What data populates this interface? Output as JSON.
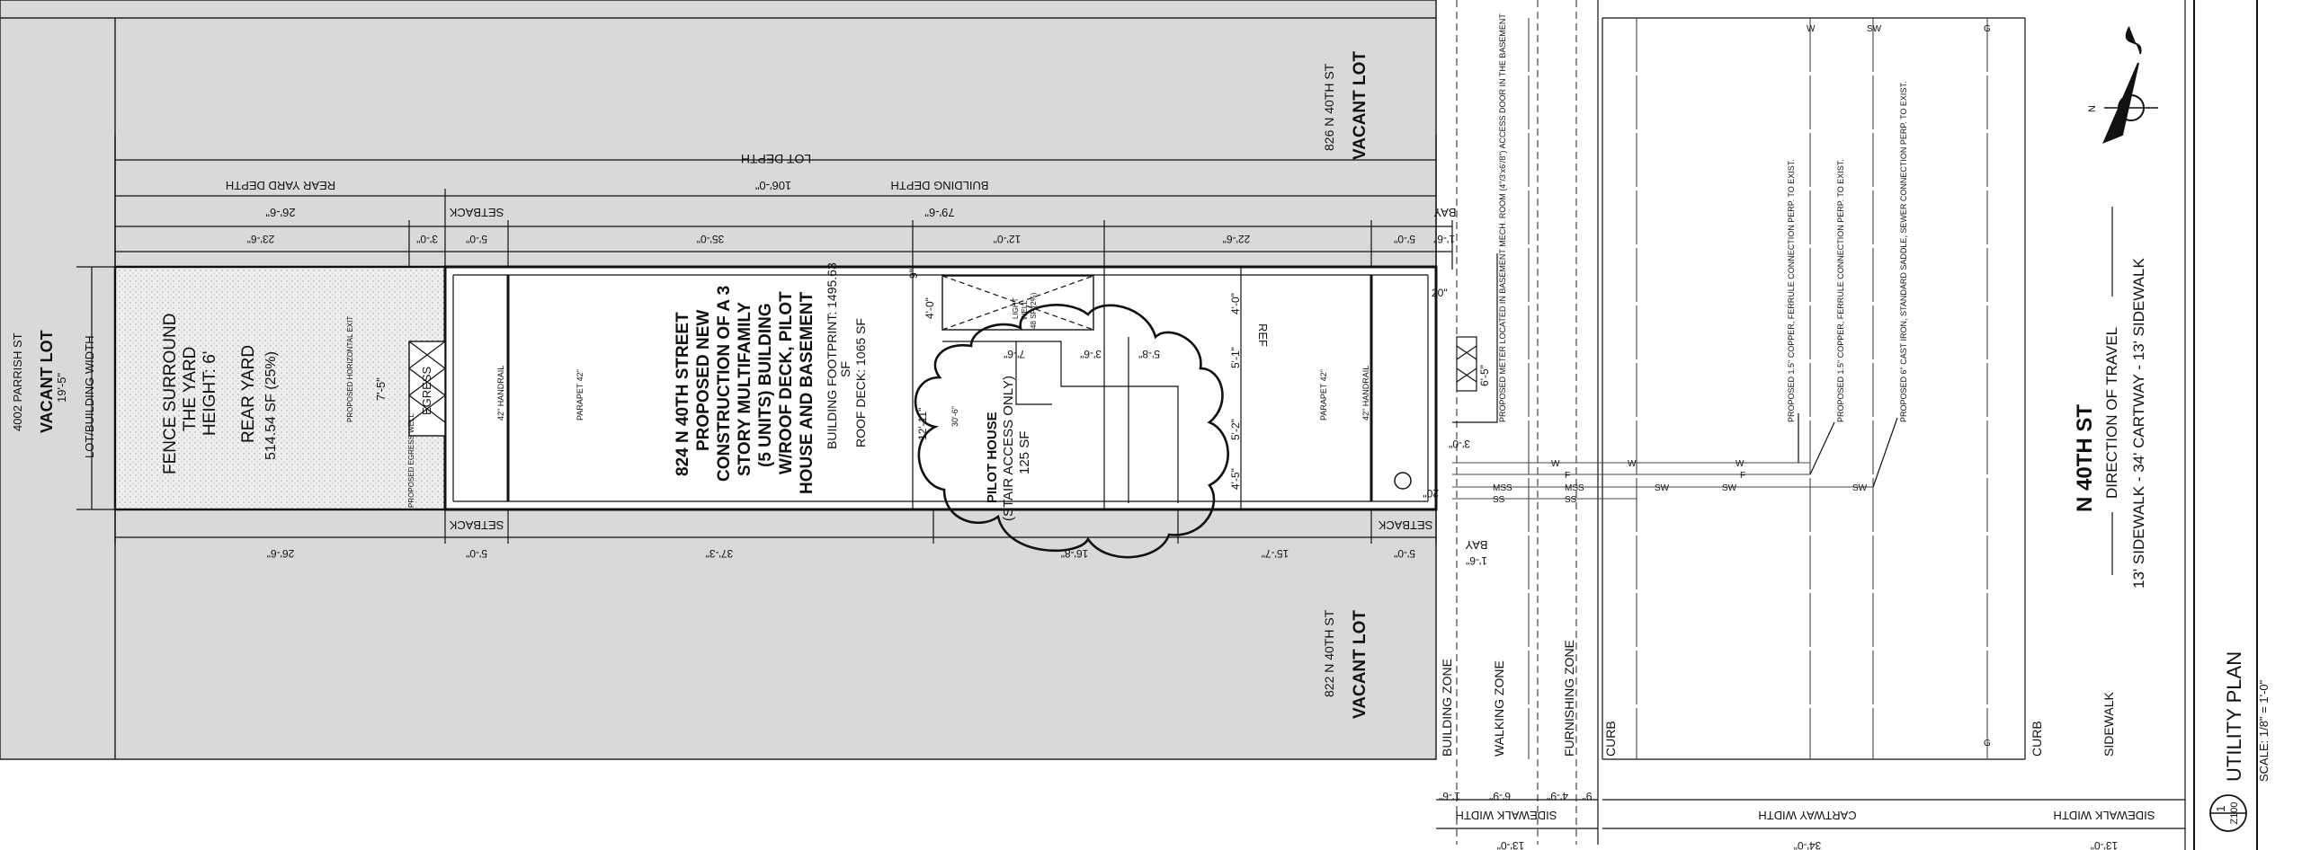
{
  "lots": {
    "top_address": "826 N 40TH ST",
    "top_label": "VACANT LOT",
    "bottom_address": "822 N 40TH ST",
    "bottom_label": "VACANT LOT",
    "left_address": "4002 PARRISH ST",
    "left_label": "VACANT LOT"
  },
  "dimensions": {
    "lot_depth": "LOT DEPTH",
    "rear_yard_depth": "REAR YARD DEPTH",
    "building_depth": "BUILDING DEPTH",
    "lot_depth_value": "106'-0\"",
    "rear_yard_value": "26'-6\"",
    "building_depth_value": "79'-6\"",
    "setback": "SETBACK",
    "bay": "BAY",
    "bay_value": "1'-6\"",
    "top_segments": [
      "23'-6\"",
      "3'-0\"",
      "5'-0\"",
      "35'-0\"",
      "12'-0\"",
      "22'-6\"",
      "5'-0\"",
      "1'-6\""
    ],
    "bottom_segments": [
      "26'-6\"",
      "5'-0\"",
      "37'-3\"",
      "16'-8\"",
      "15'-7\"",
      "5'-0\""
    ],
    "lot_width_label": "LOT/BUILDING WIDTH",
    "lot_width_value": "19'-5\""
  },
  "rear_yard": {
    "line1": "FENCE SURROUND",
    "line2": "THE YARD",
    "line3": "HEIGHT: 6'",
    "line4": "REAR YARD",
    "line5": "514.54 SF (25%)",
    "proposed_exit": "PROPOSED HORIZONTAL EXIT",
    "exit_width": "7'-5\"",
    "egress": "EGRESS",
    "egress_well": "PROPOSED EGRESS WELL",
    "handrail": "42\" HANDRAIL",
    "parapet": "PARAPET 42\""
  },
  "building": {
    "title1": "824 N 40TH STREET",
    "title2": "PROPOSED NEW",
    "title3": "CONSTRUCTION OF A 3",
    "title4": "STORY MULTIFAMILY",
    "title5": "(5 UNITS) BUILDING",
    "title6": "W/ROOF DECK, PILOT",
    "title7": "HOUSE AND BASEMENT",
    "footprint": "BUILDING FOOTPRINT: 1495.63",
    "footprint_sf": "SF",
    "roof_deck": "ROOF DECK: 1065 SF",
    "pilot1": "PILOT HOUSE",
    "pilot2": "(STAIR ACCESS ONLY)",
    "pilot3": "125 SF",
    "light_well1": "LIGHT",
    "light_well2": "WELL",
    "light_well3": "48 SF (2%)",
    "ref": "REF",
    "small_dims": [
      "4'-0\"",
      "9\"",
      "7'-6\"",
      "3'-6\"",
      "5'-8\"",
      "5'-1\"",
      "5'-2\"",
      "4'-5\"",
      "4'-0\"",
      "12'-11\"",
      "30'-6\"",
      "20\"",
      "20\"",
      "6'-5\"",
      "3'-0\""
    ]
  },
  "utilities": {
    "meter_note": "PROPOSED METER LOCATED IN BASEMENT MECH. ROOM (4\"/3'x6'/8\") ACCESS DOOR IN THE BASEMENT",
    "water_note1": "PROPOSED 1.5\" COPPER, FERRULE CONNECTION PERP. TO EXIST.",
    "water_note2": "PROPOSED 1.5\" COPPER, FERRULE CONNECTION PERP. TO EXIST.",
    "sewer_note": "PROPOSED 6\" CAST IRON, STANDARD SADDLE, SEWER CONNECTION PERP. TO EXIST.",
    "w": "W",
    "f": "F",
    "g": "G",
    "sw": "SW",
    "ss": "SS",
    "mss": "MSS"
  },
  "zones": {
    "building_zone": "BUILDING ZONE",
    "walking_zone": "WALKING ZONE",
    "furnishing_zone": "FURNISHING ZONE",
    "curb": "CURB",
    "curb2": "CURB",
    "sidewalk": "SIDEWALK",
    "sidewalk_width": "SIDEWALK WIDTH",
    "sidewalk_width2": "SIDEWALK WIDTH",
    "cartway_width": "CARTWAY WIDTH",
    "zone_dims": [
      "1'-6\"",
      "6'-9\"",
      "4'-9\"",
      "9\""
    ],
    "sidewalk_total": "13'-0\"",
    "cartway_total": "34'-0\"",
    "sidewalk_total2": "13'-0\""
  },
  "street": {
    "name": "N 40TH ST",
    "direction": "DIRECTION OF TRAVEL",
    "section": "13' SIDEWALK - 34' CARTWAY - 13' SIDEWALK",
    "north": "N"
  },
  "title_block": {
    "title": "UTILITY PLAN",
    "scale": "SCALE: 1/8\" = 1'-0\"",
    "sheet_num": "1",
    "sheet_ref": "Z100"
  }
}
